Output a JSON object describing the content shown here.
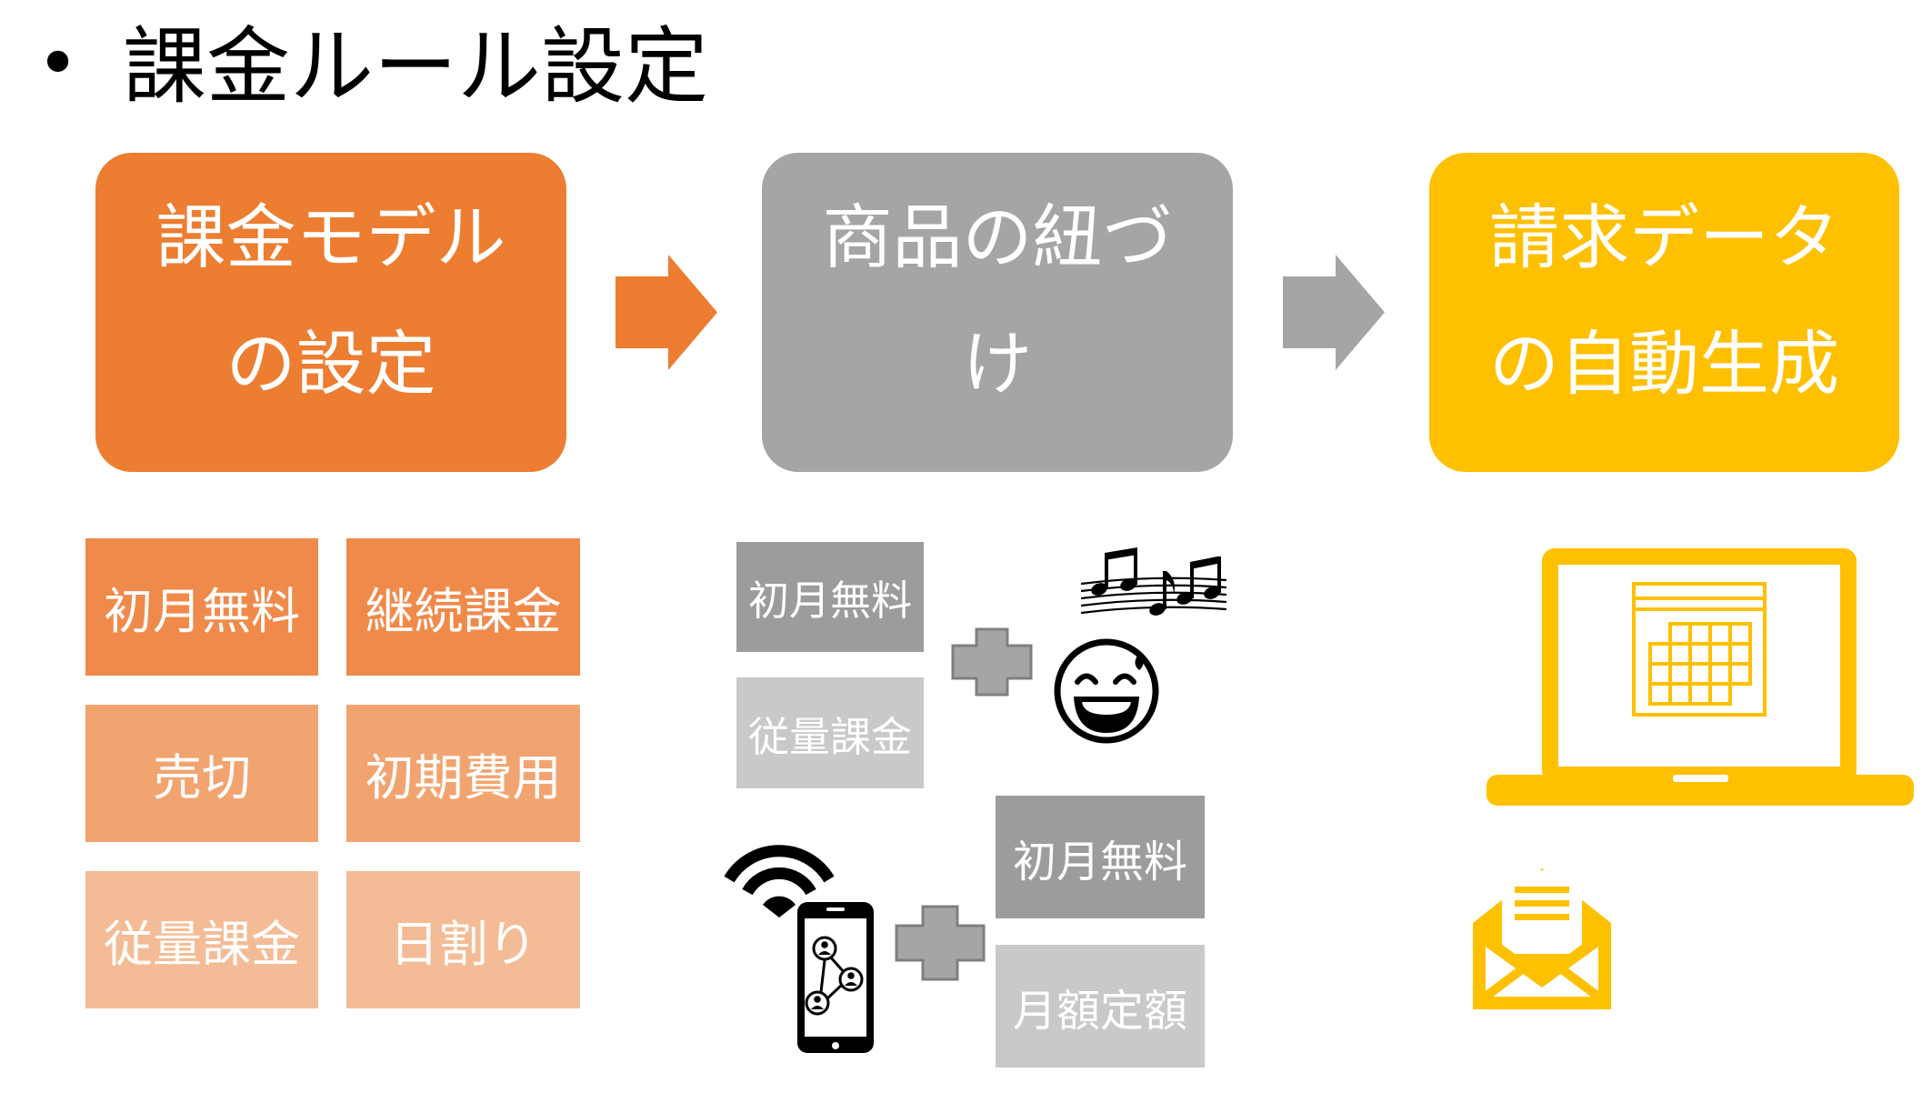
{
  "slide": {
    "bullet": "•",
    "title": "課金ルール設定"
  },
  "steps": [
    {
      "lines": [
        "課金モデル",
        "の設定"
      ],
      "color": "#ED7D31"
    },
    {
      "lines": [
        "商品の紐づ",
        "け"
      ],
      "color": "#A5A5A5"
    },
    {
      "lines": [
        "請求データ",
        "の自動生成"
      ],
      "color": "#FFC000"
    }
  ],
  "arrows": [
    {
      "icon": "arrow-right-icon",
      "color": "#ED7D31"
    },
    {
      "icon": "arrow-right-icon",
      "color": "#A5A5A5"
    }
  ],
  "billing_models": [
    {
      "label": "初月無料",
      "color": "#F08A4B"
    },
    {
      "label": "継続課金",
      "color": "#F08A4B"
    },
    {
      "label": "売切",
      "color": "#F2A470"
    },
    {
      "label": "初期費用",
      "color": "#F2A470"
    },
    {
      "label": "従量課金",
      "color": "#F4BC96"
    },
    {
      "label": "日割り",
      "color": "#F4BC96"
    }
  ],
  "product_links": [
    {
      "tiles": [
        {
          "label": "初月無料",
          "color": "#9C9C9C"
        },
        {
          "label": "従量課金",
          "color": "#C9C9C9"
        }
      ],
      "icons": [
        "plus-icon",
        "music-notes-icon",
        "smiley-face-icon"
      ]
    },
    {
      "tiles": [
        {
          "label": "初月無料",
          "color": "#9C9C9C"
        },
        {
          "label": "月額定額",
          "color": "#C9C9C9"
        }
      ],
      "icons": [
        "wifi-icon",
        "smartphone-network-icon",
        "plus-icon"
      ]
    }
  ],
  "plus_colors": {
    "fill": "#A5A5A5",
    "outline": "#7F7F7F"
  },
  "invoice_outputs": {
    "icons": [
      "laptop-icon",
      "calendar-icon",
      "envelope-letter-icon"
    ],
    "color": "#FFC000"
  }
}
